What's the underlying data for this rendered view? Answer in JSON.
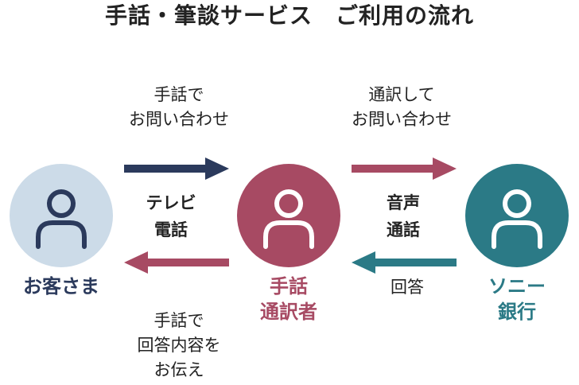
{
  "title": "手話・筆談サービス　ご利用の流れ",
  "colors": {
    "navy": "#2b3a5c",
    "crimson": "#a74a63",
    "teal": "#2b7a86",
    "light_blue": "#ccdbe8",
    "text": "#222222"
  },
  "actors": {
    "customer": {
      "name": "お客さま",
      "icon": "person-icon",
      "color": "#2b3a5c"
    },
    "interpreter": {
      "name": [
        "手話",
        "通訳者"
      ],
      "icon": "person-icon",
      "color": "#a74a63"
    },
    "bank": {
      "name": [
        "ソニー",
        "銀行"
      ],
      "icon": "person-icon",
      "color": "#2b7a86"
    }
  },
  "flows": {
    "customer_to_interpreter": {
      "label": [
        "手話で",
        "お問い合わせ"
      ],
      "color": "#2b3a5c",
      "direction": "right"
    },
    "interpreter_to_bank": {
      "label": [
        "通訳して",
        "お問い合わせ"
      ],
      "color": "#a74a63",
      "direction": "right"
    },
    "bank_to_interpreter": {
      "label": "回答",
      "color": "#2b7a86",
      "direction": "left"
    },
    "interpreter_to_customer": {
      "label": [
        "手話で",
        "回答内容を",
        "お伝え"
      ],
      "color": "#a74a63",
      "direction": "left"
    }
  },
  "channels": {
    "video": [
      "テレビ",
      "電話"
    ],
    "voice": [
      "音声",
      "通話"
    ]
  }
}
